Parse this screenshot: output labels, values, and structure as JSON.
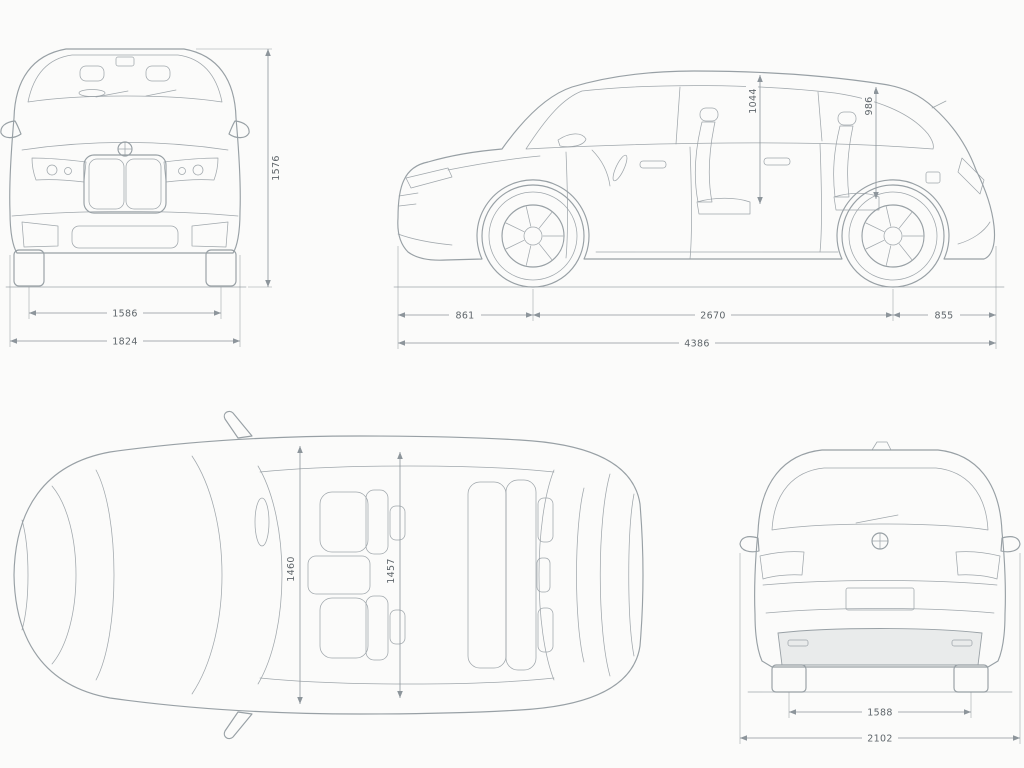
{
  "page": {
    "colors": {
      "background": "#fbfbfa",
      "line": "#98a0a5",
      "dim_line": "#8d959b",
      "text": "#5f666b"
    }
  },
  "views": {
    "front": {
      "overall_height": "1576",
      "front_track": "1586",
      "overall_width": "1824"
    },
    "side": {
      "front_overhang": "861",
      "wheelbase": "2670",
      "rear_overhang": "855",
      "overall_length": "4386",
      "front_headroom": "1044",
      "rear_headroom": "986"
    },
    "top": {
      "front_interior_width": "1460",
      "rear_interior_width": "1457"
    },
    "rear": {
      "rear_track": "1588",
      "overall_width_mirrors": "2102"
    }
  }
}
